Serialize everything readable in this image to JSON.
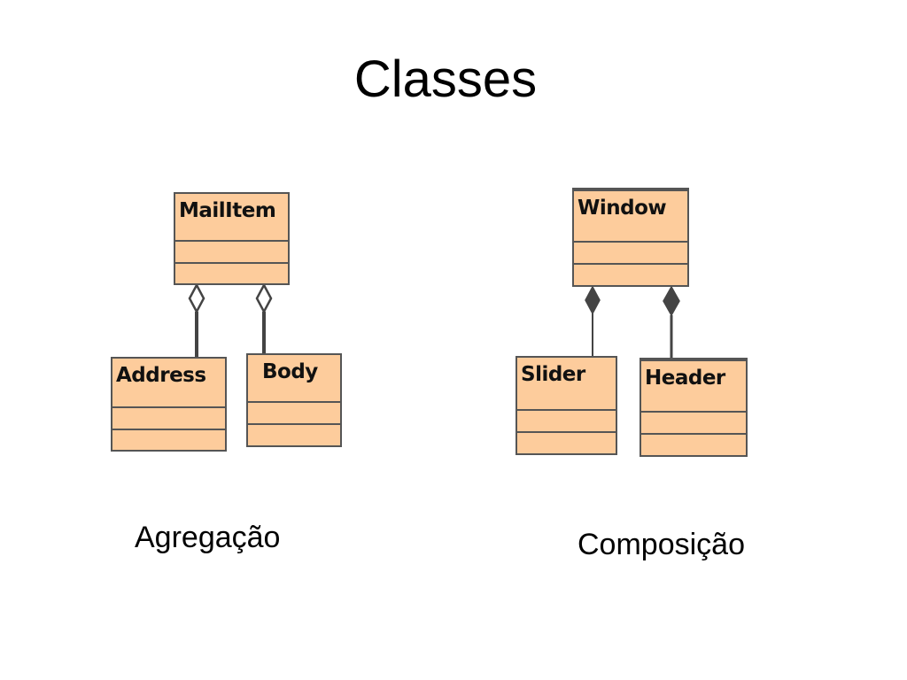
{
  "slide": {
    "title": "Classes"
  },
  "aggregation": {
    "caption": "Agregação",
    "whole": "MailItem",
    "parts": [
      "Address",
      "Body"
    ]
  },
  "composition": {
    "caption": "Composição",
    "whole": "Window",
    "parts": [
      "Slider",
      "Header"
    ]
  },
  "colors": {
    "class_fill": "#fdcc9c",
    "class_border": "#555555",
    "connector": "#444444"
  }
}
